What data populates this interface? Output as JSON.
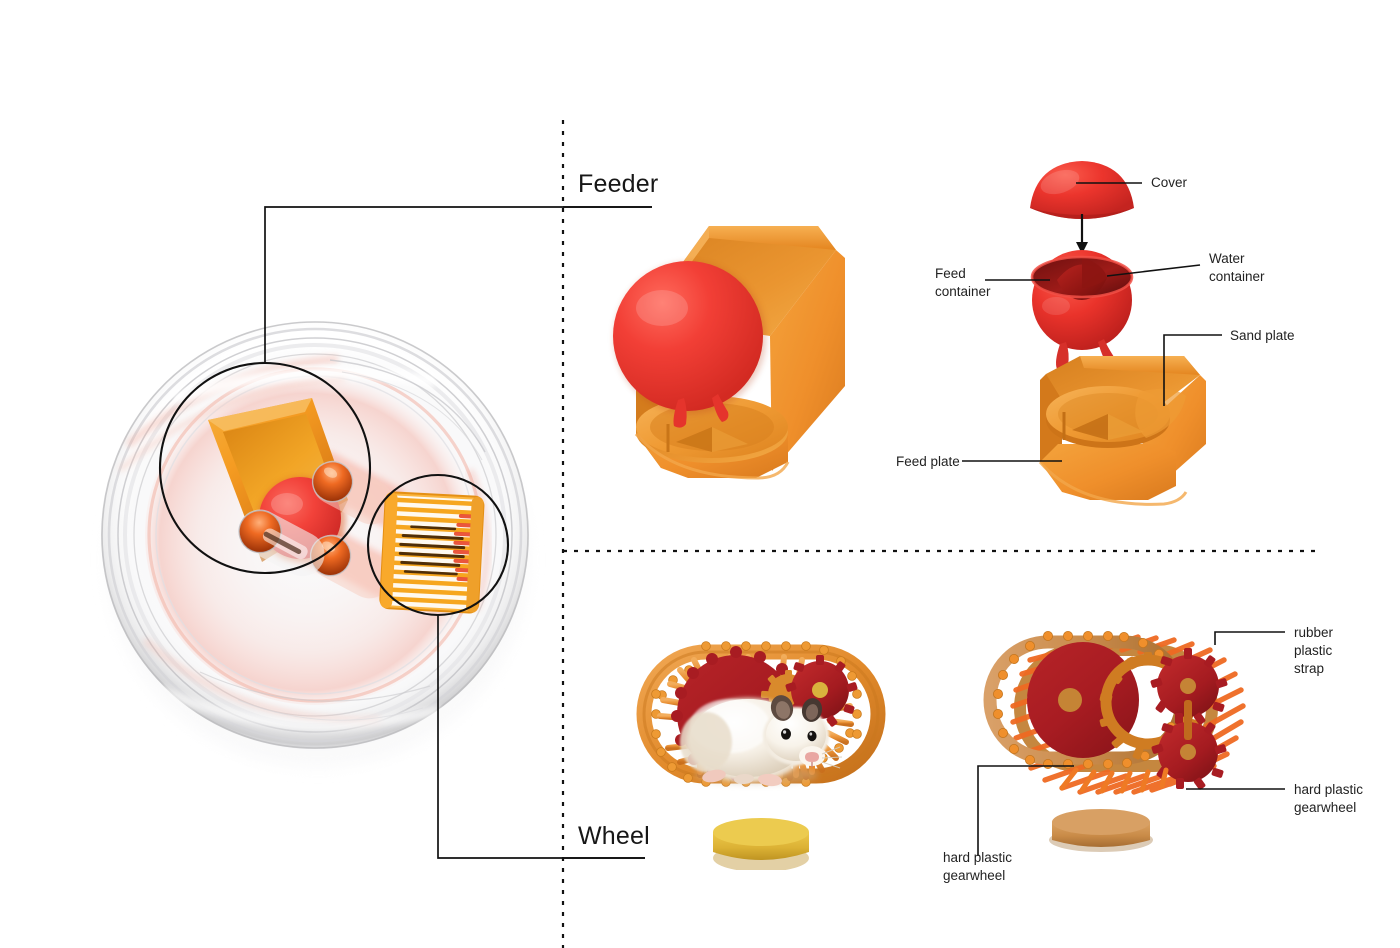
{
  "page": {
    "background": "#ffffff",
    "accent_red": "#ee3b36",
    "accent_red_dark": "#a81c22",
    "accent_orange": "#f0902f",
    "accent_orange_dark": "#d8701d",
    "accent_gold": "#e2b93b",
    "line_color": "#111111"
  },
  "sections": {
    "feeder": {
      "title": "Feeder"
    },
    "wheel": {
      "title": "Wheel"
    }
  },
  "feeder_callouts": {
    "cover": "Cover",
    "water_container": "Water\ncontainer",
    "feed_container": "Feed\ncontainer",
    "sand_plate": "Sand plate",
    "feed_plate": "Feed plate"
  },
  "wheel_callouts": {
    "rubber_strap": "rubber\nplastic\nstrap",
    "gearwheel_right": "hard plastic\ngearwheel",
    "gearwheel_left": "hard plastic\ngearwheel"
  },
  "icons": {
    "cage_overview": "cage-top-view",
    "feeder_assembled": "feeder-assembled-render",
    "feeder_exploded": "feeder-exploded-render",
    "wheel_with_hamster": "wheel-hamster-render",
    "wheel_exploded": "wheel-gears-render"
  }
}
